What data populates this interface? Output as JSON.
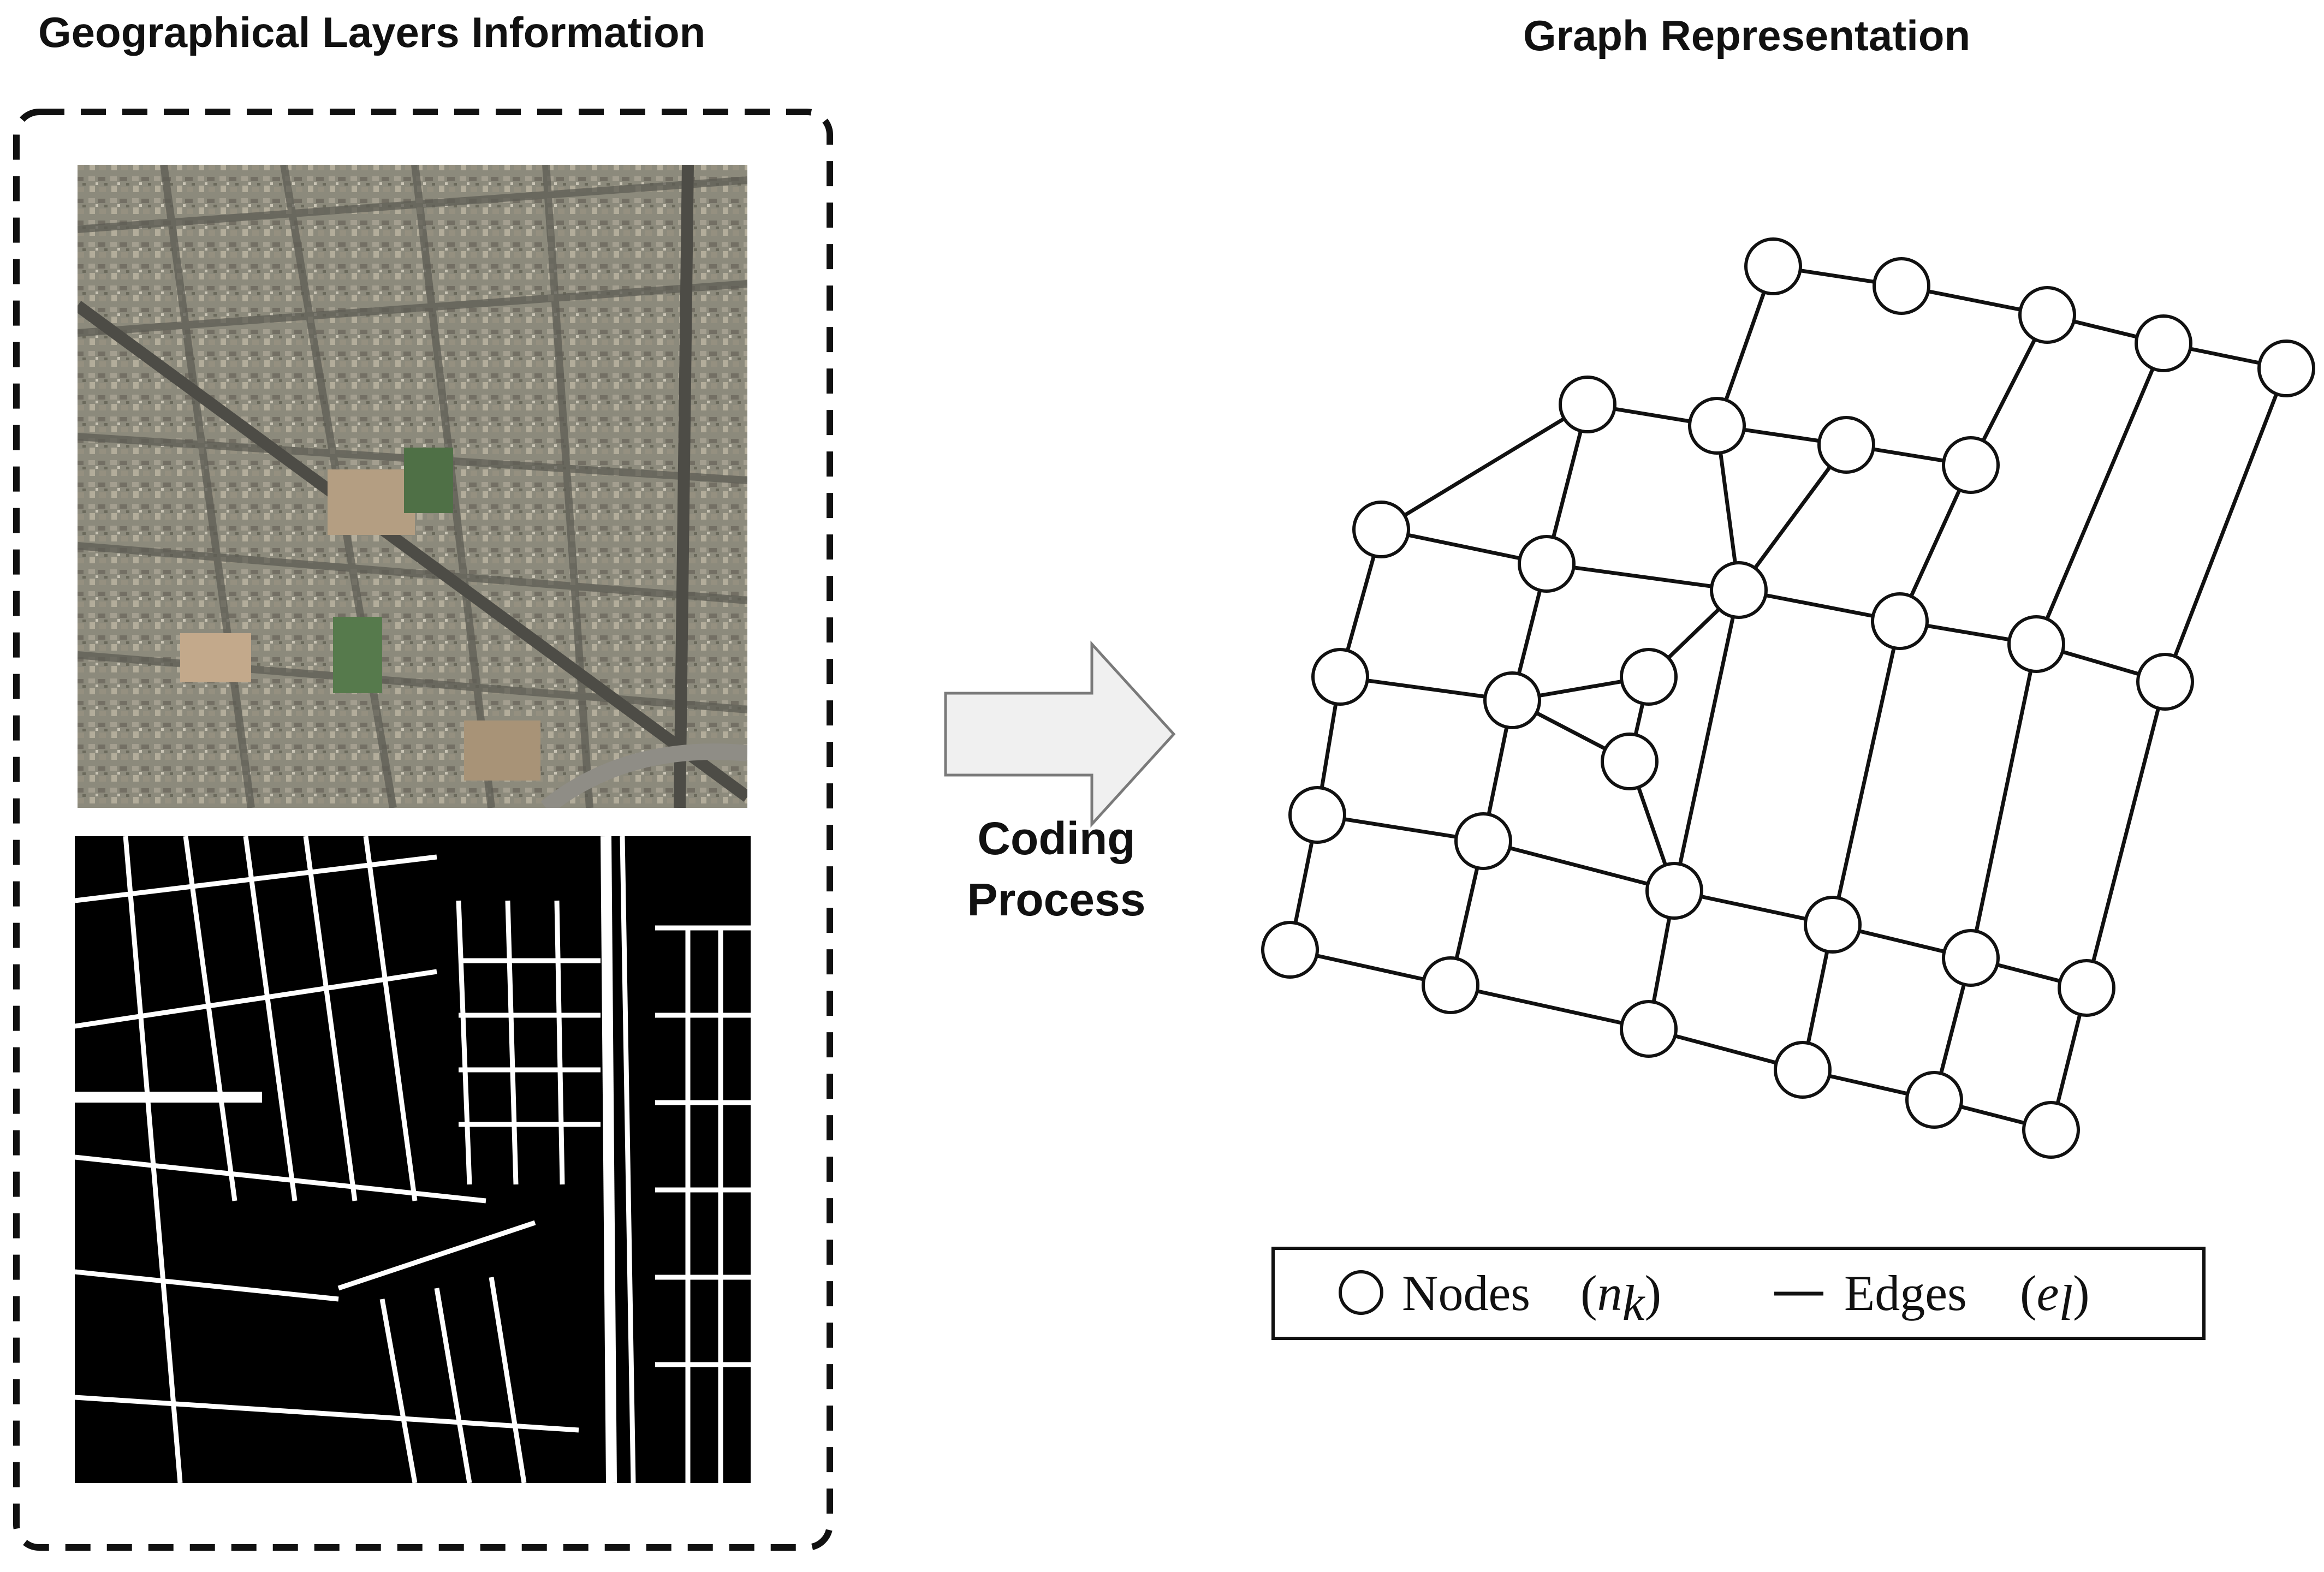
{
  "titles": {
    "geographical": "Geographical Layers Information",
    "graph": "Graph Representation"
  },
  "arrow": {
    "line1": "Coding",
    "line2": "Process"
  },
  "legend": {
    "nodes_label": "Nodes",
    "nodes_symbol": "n",
    "nodes_subscript": "k",
    "edges_label": "Edges",
    "edges_symbol": "e",
    "edges_subscript": "l"
  },
  "colors": {
    "satellite_base": "#8c8a7c",
    "road_network_background": "#000000",
    "road_lines": "#ffffff",
    "arrow_fill": "#f0f0f0",
    "arrow_stroke": "#7a7a7a"
  },
  "icons": {
    "node": "circle-outline",
    "edge": "line-segment"
  }
}
